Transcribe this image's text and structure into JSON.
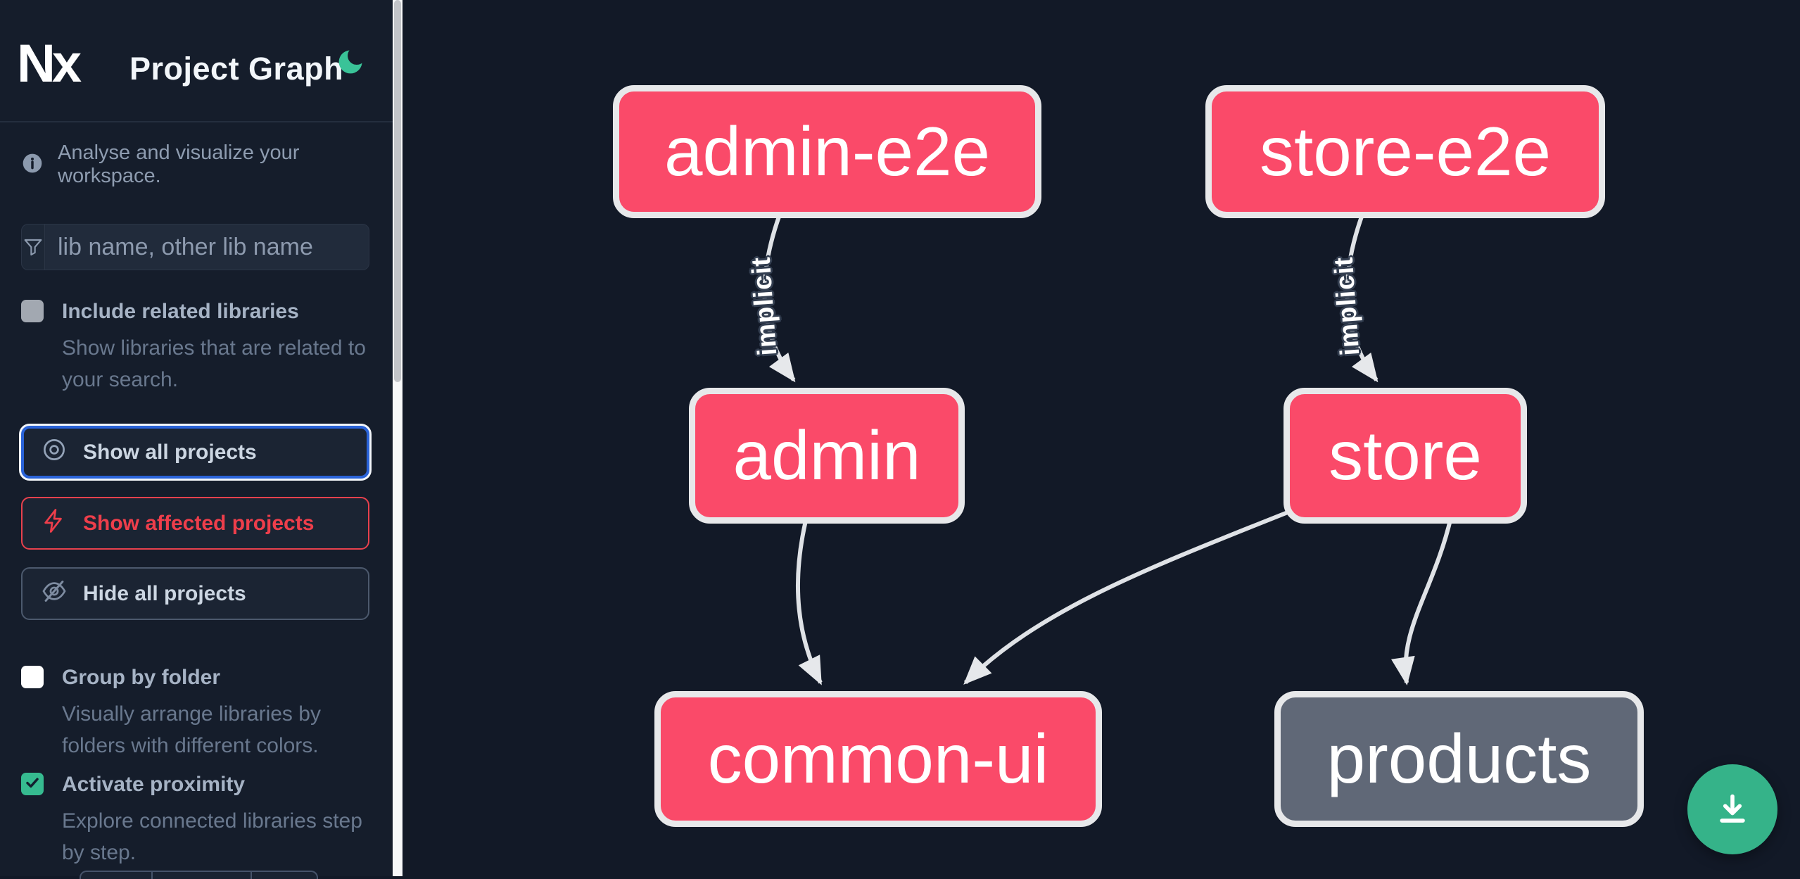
{
  "header": {
    "brand": "Nx",
    "title": "Project Graph",
    "theme_icon": "moon-icon"
  },
  "sidebar": {
    "tagline": "Analyse and visualize your workspace.",
    "search": {
      "placeholder": "lib name, other lib name",
      "icon": "funnel-filter-icon"
    },
    "options": [
      {
        "label": "Include related libraries",
        "description": "Show libraries that are related to\nyour search.",
        "checked": false,
        "disabled": true
      },
      {
        "label": "Group by folder",
        "description": "Visually arrange libraries by\nfolders with different colors.",
        "checked": false,
        "disabled": false
      },
      {
        "label": "Activate proximity",
        "description": "Explore connected libraries step\nby step.",
        "checked": true,
        "disabled": false
      }
    ],
    "actions": [
      {
        "label": "Show all projects",
        "icon": "eye-icon",
        "state": "focused"
      },
      {
        "label": "Show affected projects",
        "icon": "bolt-icon",
        "state": "affected"
      },
      {
        "label": "Hide all projects",
        "icon": "eye-off-icon",
        "state": "default"
      }
    ]
  },
  "graph": {
    "nodes": [
      {
        "id": "admin-e2e",
        "label": "admin-e2e",
        "color": "#fa4a69"
      },
      {
        "id": "store-e2e",
        "label": "store-e2e",
        "color": "#fa4a69"
      },
      {
        "id": "admin",
        "label": "admin",
        "color": "#fa4a69"
      },
      {
        "id": "store",
        "label": "store",
        "color": "#fa4a69"
      },
      {
        "id": "common-ui",
        "label": "common-ui",
        "color": "#fa4a69"
      },
      {
        "id": "products",
        "label": "products",
        "color": "#606877"
      }
    ],
    "edges": [
      {
        "from": "admin-e2e",
        "to": "admin",
        "label": "implicit"
      },
      {
        "from": "store-e2e",
        "to": "store",
        "label": "implicit"
      },
      {
        "from": "admin",
        "to": "common-ui",
        "label": ""
      },
      {
        "from": "store",
        "to": "common-ui",
        "label": ""
      },
      {
        "from": "store",
        "to": "products",
        "label": ""
      }
    ]
  },
  "fab": {
    "icon": "download-icon"
  },
  "colors": {
    "canvas_bg": "#121927",
    "sidebar_bg": "#151d2b",
    "node_affected": "#fa4a69",
    "node_default": "#606877",
    "node_border": "#e7e8ea",
    "edge": "#dfe2e6",
    "focus_blue": "#2a63d8",
    "affected_red": "#ee3e4b",
    "check_green": "#36bb90",
    "moon_green": "#3ac398",
    "download_green": "#35b389"
  }
}
